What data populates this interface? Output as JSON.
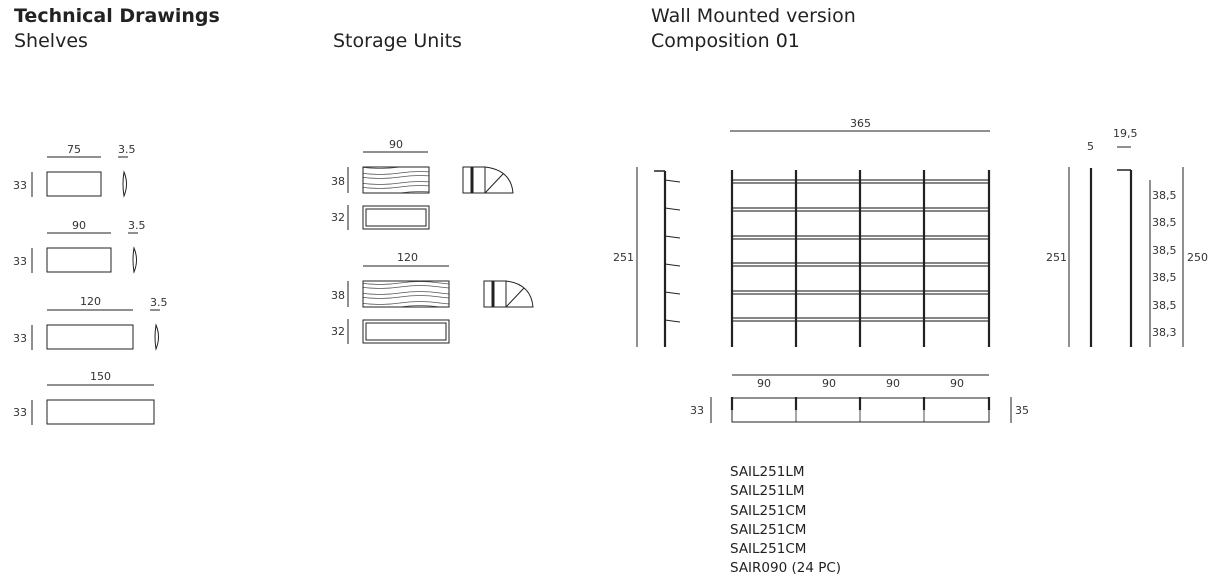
{
  "headers": {
    "title": "Technical Drawings",
    "shelves": "Shelves",
    "storage": "Storage Units",
    "wall": "Wall Mounted version",
    "composition": "Composition 01"
  },
  "shelves": {
    "items": [
      {
        "width": "75",
        "depth": "33",
        "thickness": "3.5"
      },
      {
        "width": "90",
        "depth": "33",
        "thickness": "3.5"
      },
      {
        "width": "120",
        "depth": "33",
        "thickness": "3.5"
      },
      {
        "width": "150",
        "depth": "33"
      }
    ]
  },
  "storage": {
    "items": [
      {
        "width": "90",
        "front_height": "38",
        "top_height": "32"
      },
      {
        "width": "120",
        "front_height": "38",
        "top_height": "32"
      }
    ]
  },
  "composition": {
    "total_width": "365",
    "height_left": "251",
    "height_right": "251",
    "post_width": "5",
    "bracket_width": "19,5",
    "shelf_spacings": [
      "38,5",
      "38,5",
      "38,5",
      "38,5",
      "38,5",
      "38,3"
    ],
    "total_spacing_height": "250",
    "bay_widths": [
      "90",
      "90",
      "90",
      "90"
    ],
    "plan_depth_left": "33",
    "plan_depth_right": "35"
  },
  "codes": [
    "SAIL251LM",
    "SAIL251LM",
    "SAIL251CM",
    "SAIL251CM",
    "SAIL251CM",
    "SAIR090 (24 PC)"
  ]
}
